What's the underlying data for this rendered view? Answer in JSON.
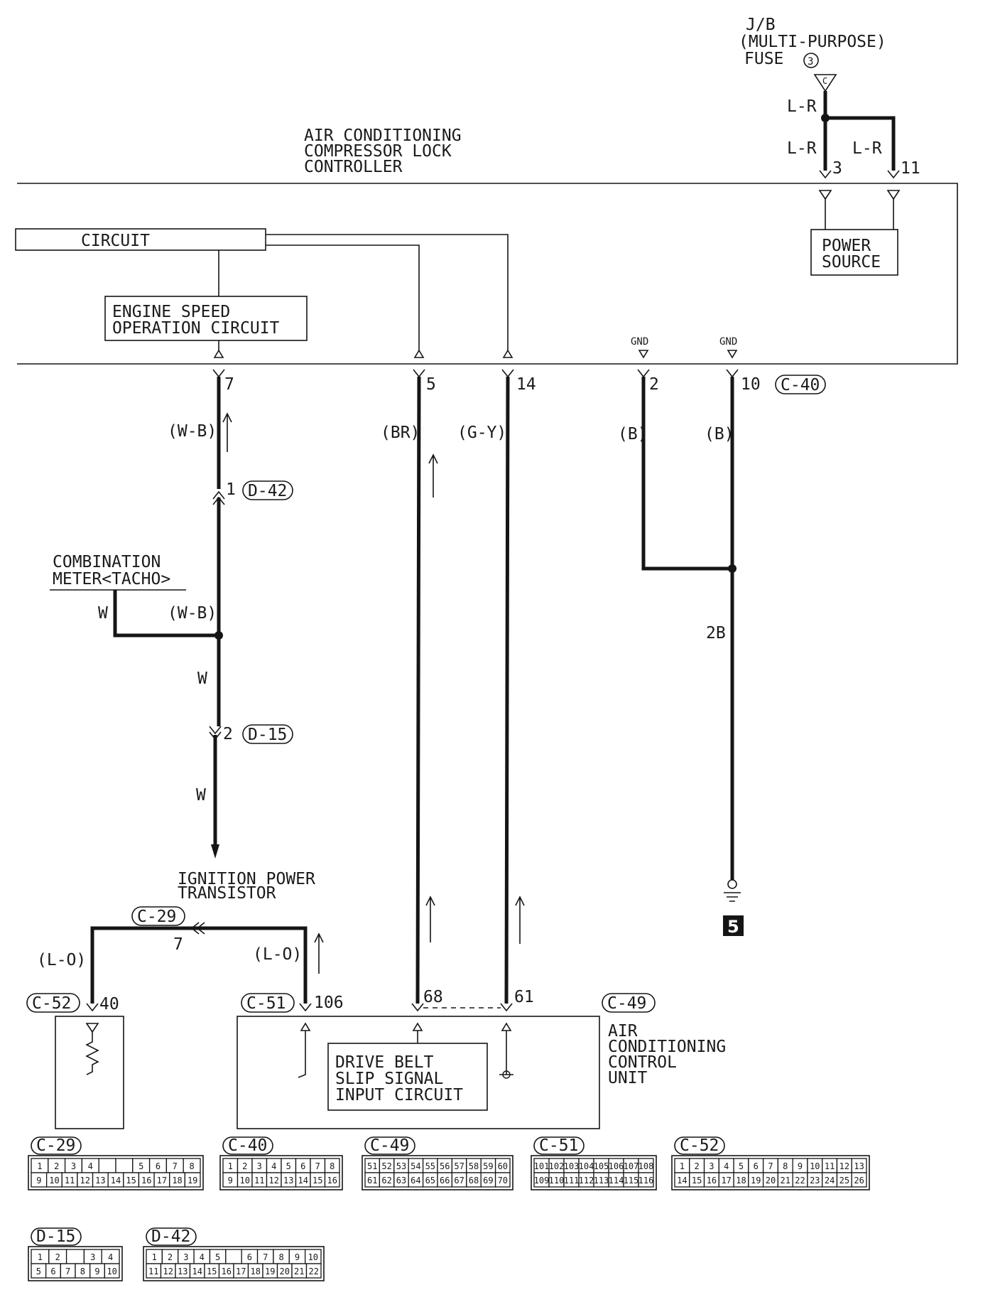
{
  "jb": {
    "line1": "J/B",
    "line2": "(MULTI-PURPOSE)",
    "line3": "FUSE",
    "fuse_no": "3",
    "terminal": "C"
  },
  "controller": {
    "line1": "AIR CONDITIONING",
    "line2": "COMPRESSOR LOCK",
    "line3": "CONTROLLER"
  },
  "circuit_label": "CIRCUIT",
  "engine_speed": {
    "line1": "ENGINE SPEED",
    "line2": "OPERATION CIRCUIT"
  },
  "power_source": {
    "line1": "POWER",
    "line2": "SOURCE"
  },
  "gnd_label": "GND",
  "pins": {
    "p7": "7",
    "p5": "5",
    "p14": "14",
    "p2": "2",
    "p10": "10",
    "p3": "3",
    "p11": "11",
    "p1": "1",
    "p2b": "2",
    "p40": "40",
    "p106": "106",
    "p68": "68",
    "p61": "61",
    "p7b": "7"
  },
  "wire_colors": {
    "lr1": "L-R",
    "lr2": "L-R",
    "lr3": "L-R",
    "wb1": "(W-B)",
    "wb2": "(W-B)",
    "br": "(BR)",
    "gy": "(G-Y)",
    "b1": "(B)",
    "b2": "(B)",
    "w1": "W",
    "w2": "W",
    "w3": "W",
    "b2b": "2B",
    "lo1": "(L-O)",
    "lo2": "(L-O)"
  },
  "connectors": {
    "c40": "C-40",
    "d42": "D-42",
    "d15": "D-15",
    "c29": "C-29",
    "c52": "C-52",
    "c51": "C-51",
    "c49": "C-49"
  },
  "combination_meter": {
    "line1": "COMBINATION",
    "line2": "METER<TACHO>"
  },
  "ignition": {
    "line1": "IGNITION POWER",
    "line2": "TRANSISTOR"
  },
  "ac_unit": {
    "line1": "AIR",
    "line2": "CONDITIONING",
    "line3": "CONTROL",
    "line4": "UNIT"
  },
  "drive_belt": {
    "line1": "DRIVE BELT",
    "line2": "SLIP SIGNAL",
    "line3": "INPUT CIRCUIT"
  },
  "ground_ref": "5",
  "legend": [
    {
      "id": "C-29",
      "row1": [
        "1",
        "2",
        "3",
        "4",
        "",
        "",
        "5",
        "6",
        "7",
        "8"
      ],
      "row2": [
        "9",
        "10",
        "11",
        "12",
        "13",
        "14",
        "15",
        "16",
        "17",
        "18",
        "19"
      ]
    },
    {
      "id": "C-40",
      "row1": [
        "1",
        "2",
        "3",
        "4",
        "5",
        "6",
        "7",
        "8"
      ],
      "row2": [
        "9",
        "10",
        "11",
        "12",
        "13",
        "14",
        "15",
        "16"
      ]
    },
    {
      "id": "C-49",
      "row1": [
        "51",
        "52",
        "53",
        "54",
        "55",
        "56",
        "57",
        "58",
        "59",
        "60"
      ],
      "row2": [
        "61",
        "62",
        "63",
        "64",
        "65",
        "66",
        "67",
        "68",
        "69",
        "70"
      ]
    },
    {
      "id": "C-51",
      "row1": [
        "101",
        "102",
        "103",
        "104",
        "105",
        "106",
        "107",
        "108"
      ],
      "row2": [
        "109",
        "110",
        "111",
        "112",
        "113",
        "114",
        "115",
        "116"
      ]
    },
    {
      "id": "C-52",
      "row1": [
        "1",
        "2",
        "3",
        "4",
        "5",
        "6",
        "7",
        "8",
        "9",
        "10",
        "11",
        "12",
        "13"
      ],
      "row2": [
        "14",
        "15",
        "16",
        "17",
        "18",
        "19",
        "20",
        "21",
        "22",
        "23",
        "24",
        "25",
        "26"
      ]
    },
    {
      "id": "D-15",
      "row1": [
        "1",
        "2",
        "",
        "3",
        "4"
      ],
      "row2": [
        "5",
        "6",
        "7",
        "8",
        "9",
        "10"
      ]
    },
    {
      "id": "D-42",
      "row1": [
        "1",
        "2",
        "3",
        "4",
        "5",
        "",
        "6",
        "7",
        "8",
        "9",
        "10"
      ],
      "row2": [
        "11",
        "12",
        "13",
        "14",
        "15",
        "16",
        "17",
        "18",
        "19",
        "20",
        "21",
        "22"
      ]
    }
  ]
}
